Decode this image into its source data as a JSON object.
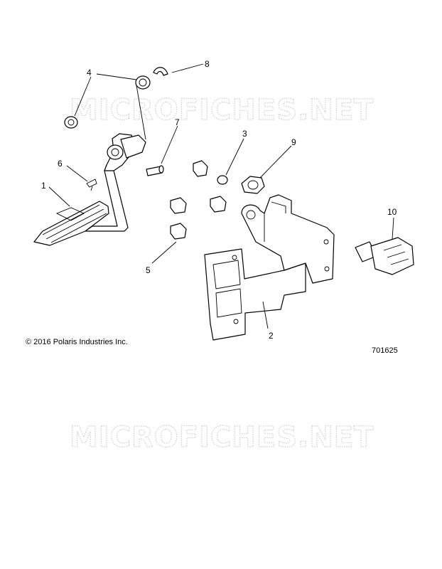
{
  "callouts": {
    "c1": "1",
    "c2": "2",
    "c3": "3",
    "c4": "4",
    "c5": "5",
    "c6": "6",
    "c7": "7",
    "c8": "8",
    "c9": "9",
    "c10": "10"
  },
  "copyright": "© 2016 Polaris Industries Inc.",
  "diagram_number": "701625",
  "watermark": "MICROFICHES.NET"
}
